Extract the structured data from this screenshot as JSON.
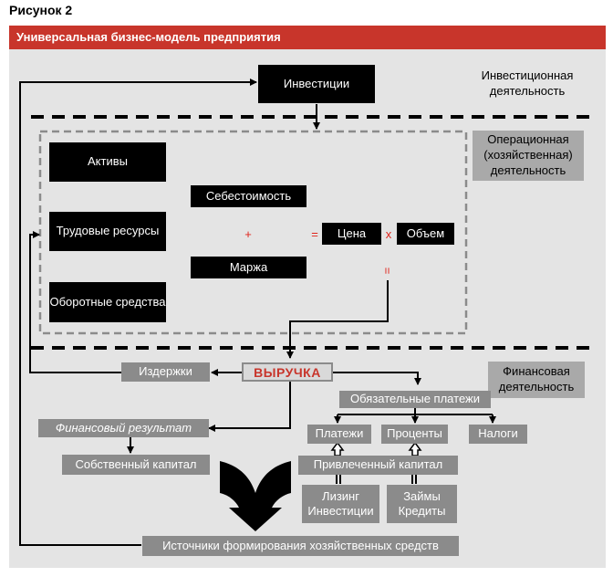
{
  "figure_caption": "Рисунок 2",
  "title": "Универсальная бизнес-модель предприятия",
  "zones": {
    "investment": "Инвестиционная деятельность",
    "operational": "Операционная (хозяйственная) деятельность",
    "financial": "Финансовая деятельность"
  },
  "nodes": {
    "investments": "Инвестиции",
    "assets": "Активы",
    "labor": "Трудовые ресурсы",
    "working_capital": "Оборотные средства",
    "cost": "Себестоимость",
    "margin": "Маржа",
    "price": "Цена",
    "volume": "Объем",
    "revenue": "ВЫРУЧКА",
    "expenses": "Издержки",
    "mandatory_payments": "Обязательные платежи",
    "financial_result": "Финансовый результат",
    "equity": "Собственный капитал",
    "payments": "Платежи",
    "interest": "Проценты",
    "taxes": "Налоги",
    "borrowed_capital": "Привлеченный капитал",
    "leasing": "Лизинг Инвестиции",
    "loans": "Займы Кредиты",
    "sources": "Источники формирования хозяйственных средств"
  },
  "operators": {
    "plus": "+",
    "equals": "=",
    "times": "x",
    "equals_vertical": "="
  },
  "colors": {
    "accent_red": "#c8352b",
    "panel_gray": "#e4e4e4",
    "box_gray": "#8b8b8b",
    "box_black": "#000000"
  }
}
